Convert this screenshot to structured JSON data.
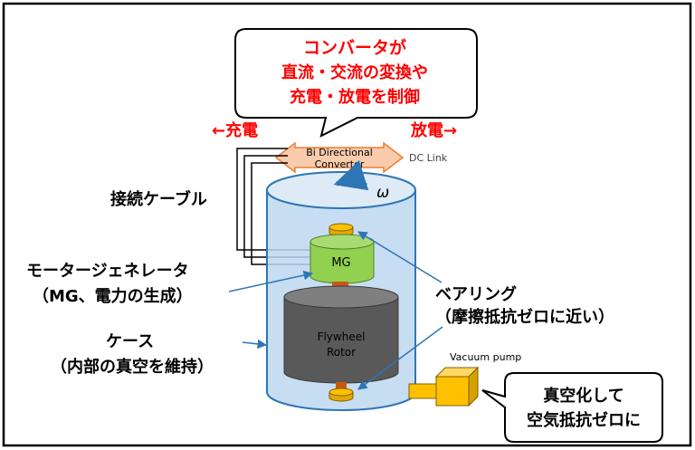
{
  "callout_top": {
    "line1": "コンバータが",
    "line2": "直流・交流の変換や",
    "line3": "充電・放電を制御"
  },
  "charge_label": "←充電",
  "discharge_label": "放電→",
  "converter": {
    "line1": "Bi Directional",
    "line2": "Converter"
  },
  "dc_link_label": "DC Link",
  "omega_symbol": "ω",
  "cable_label": "接続ケーブル",
  "mg_box_label": "MG",
  "mg_desc": {
    "line1": "モータージェネレータ",
    "line2": "（MG、電力の生成）"
  },
  "rotor": {
    "line1": "Flywheel",
    "line2": "Rotor"
  },
  "case_desc": {
    "line1": "ケース",
    "line2": "（内部の真空を維持）"
  },
  "bearing_desc": {
    "line1": "ベアリング",
    "line2": "（摩擦抵抗ゼロに近い）"
  },
  "vacuum_pump_label": "Vacuum pump",
  "callout_bottom": {
    "line1": "真空化して",
    "line2": "空気抵抗ゼロに"
  },
  "colors": {
    "accent_red": "#ff0000",
    "case_fill": "#bdd7ee",
    "case_stroke": "#2e75b6",
    "mg_fill": "#92d050",
    "rotor_fill": "#595959",
    "bearing_fill": "#ffc000",
    "shaft_fill": "#c55a11",
    "converter_fill": "#f8cbad",
    "pump_fill": "#ffc000"
  }
}
